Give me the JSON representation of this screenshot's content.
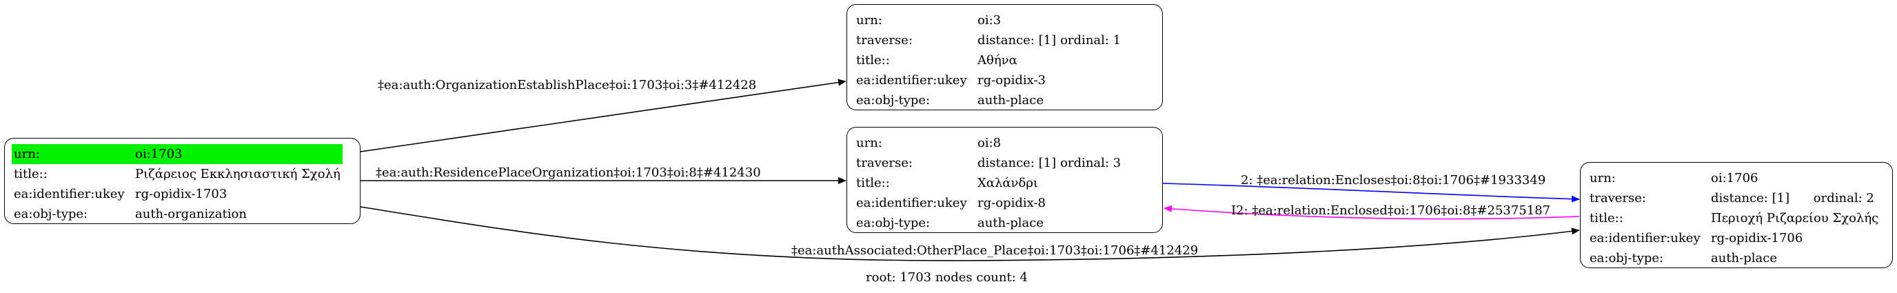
{
  "nodes": {
    "n1703": {
      "urn_key": "urn:",
      "urn": "oi:1703",
      "title_key": "title::",
      "title": "Ριζάρειος Εκκλησιαστική Σχολή",
      "ukey_key": "ea:identifier:ukey",
      "ukey": "rg-opidix-1703",
      "type_key": "ea:obj-type:",
      "type": "auth-organization"
    },
    "n3": {
      "urn_key": "urn:",
      "urn": "oi:3",
      "traverse_key": "traverse:",
      "distance": "distance: [1]",
      "ordinal": "ordinal: 1",
      "title_key": "title::",
      "title": "Αθήνα",
      "ukey_key": "ea:identifier:ukey",
      "ukey": "rg-opidix-3",
      "type_key": "ea:obj-type:",
      "type": "auth-place"
    },
    "n8": {
      "urn_key": "urn:",
      "urn": "oi:8",
      "traverse_key": "traverse:",
      "distance": "distance: [1]",
      "ordinal": "ordinal: 3",
      "title_key": "title::",
      "title": "Χαλάνδρι",
      "ukey_key": "ea:identifier:ukey",
      "ukey": "rg-opidix-8",
      "type_key": "ea:obj-type:",
      "type": "auth-place"
    },
    "n1706": {
      "urn_key": "urn:",
      "urn": "oi:1706",
      "traverse_key": "traverse:",
      "distance": "distance: [1]",
      "ordinal": "ordinal: 2",
      "title_key": "title::",
      "title": "Περιοχή Ριζαρείου Σχολής",
      "ukey_key": "ea:identifier:ukey",
      "ukey": "rg-opidix-1706",
      "type_key": "ea:obj-type:",
      "type": "auth-place"
    }
  },
  "edges": {
    "e_1703_3": "‡ea:auth:OrganizationEstablishPlace‡oi:1703‡oi:3‡#412428",
    "e_1703_8": "‡ea:auth:ResidencePlaceOrganization‡oi:1703‡oi:8‡#412430",
    "e_1703_1706": "‡ea:authAssociated:OtherPlace_Place‡oi:1703‡oi:1706‡#412429",
    "e_8_1706": "2: ‡ea:relation:Encloses‡oi:8‡oi:1706‡#1933349",
    "e_1706_8": "I2: ‡ea:relation:Enclosed‡oi:1706‡oi:8‡#25375187"
  },
  "colors": {
    "edge_default": "#000000",
    "edge_encloses": "#0000ff",
    "edge_enclosed": "#ff00ff",
    "root_highlight": "#00f000"
  },
  "footer": "root: 1703 nodes count: 4"
}
